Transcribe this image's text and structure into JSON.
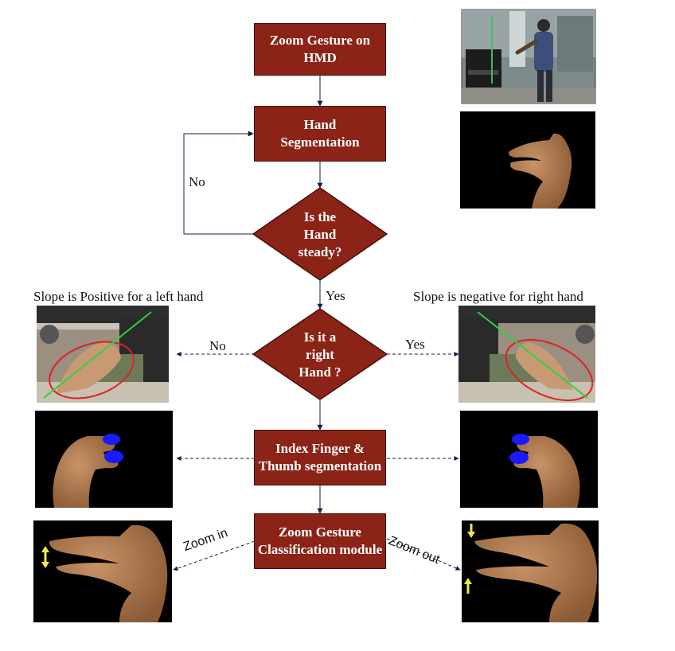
{
  "nodes": {
    "start": "Zoom Gesture on HMD",
    "segmentation": "Hand Segmentation",
    "steady_line1": "Is the",
    "steady_line2": "Hand",
    "steady_line3": "steady?",
    "right_line1": "Is it a",
    "right_line2": "right",
    "right_line3": "Hand ?",
    "finger_seg": "Index Finger & Thumb segmentation",
    "classification": "Zoom Gesture Classification module"
  },
  "edges": {
    "no_loop": "No",
    "yes_steady": "Yes",
    "no_left": "No",
    "yes_right": "Yes",
    "zoom_in": "Zoom in",
    "zoom_out": "Zoom out"
  },
  "captions": {
    "left_slope": "Slope is Positive for a left hand",
    "right_slope": "Slope is negative for right hand"
  },
  "colors": {
    "box_fill": "#8b2316",
    "box_stroke": "#4a0f08",
    "arrow": "#1a1a4a",
    "skin": "#b07a4e",
    "finger_mask": "#1a1aff",
    "zoom_arrow": "#f2e94a"
  }
}
